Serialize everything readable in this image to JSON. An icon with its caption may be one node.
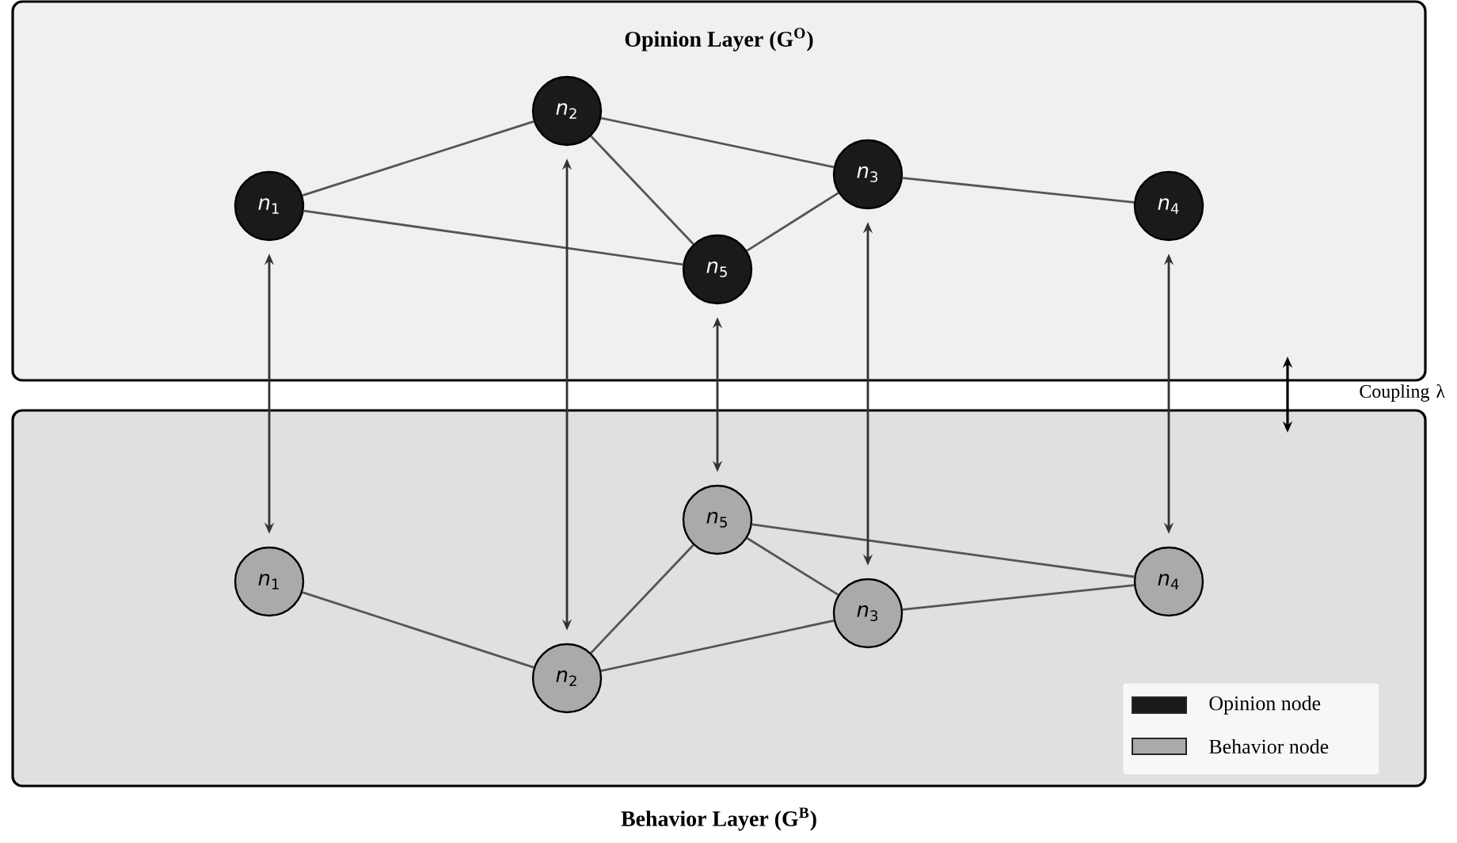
{
  "diagram": {
    "nodes": [
      {
        "text": [
          "Opinion Layer (G$^{O}$)"
        ]
      },
      {
        "text": [
          "Behavior Layer (G$^{B}$)"
        ]
      },
      {
        "text": [
          "*n*$_{1}$"
        ],
        "in": 0
      },
      {
        "text": [
          "*n*$_{2}$"
        ],
        "in": 0
      },
      {
        "text": [
          "*n*$_{3}$"
        ],
        "in": 0
      },
      {
        "text": [
          "*n*$_{4}$"
        ],
        "in": 0
      },
      {
        "text": [
          "*n*$_{5}$"
        ],
        "in": 0
      },
      {
        "text": [
          "*n*$_{1}$"
        ],
        "in": 1
      },
      {
        "text": [
          "*n*$_{2}$"
        ],
        "in": 1
      },
      {
        "text": [
          "*n*$_{3}$"
        ],
        "in": 1
      },
      {
        "text": [
          "*n*$_{4}$"
        ],
        "in": 1
      },
      {
        "text": [
          "*n*$_{5}$"
        ],
        "in": 1
      }
    ],
    "edges": [
      {
        "from": 2,
        "to": 3,
        "arrow": "none"
      },
      {
        "from": 2,
        "to": 6,
        "arrow": "none"
      },
      {
        "from": 3,
        "to": 6,
        "arrow": "none"
      },
      {
        "from": 3,
        "to": 4,
        "arrow": "none"
      },
      {
        "from": 4,
        "to": 6,
        "arrow": "none"
      },
      {
        "from": 4,
        "to": 5,
        "arrow": "none"
      },
      {
        "from": 7,
        "to": 8,
        "arrow": "none"
      },
      {
        "from": 8,
        "to": 11,
        "arrow": "none"
      },
      {
        "from": 8,
        "to": 9,
        "arrow": "none"
      },
      {
        "from": 11,
        "to": 9,
        "arrow": "none"
      },
      {
        "from": 11,
        "to": 10,
        "arrow": "none"
      },
      {
        "from": 9,
        "to": 10,
        "arrow": "none"
      },
      {
        "from": 2,
        "to": 7,
        "arrow": "both",
        "color": "#333333"
      },
      {
        "from": 3,
        "to": 8,
        "arrow": "both",
        "color": "#333333"
      },
      {
        "from": 4,
        "to": 9,
        "arrow": "both",
        "color": "#333333"
      },
      {
        "from": 5,
        "to": 10,
        "arrow": "both",
        "color": "#333333"
      },
      {
        "from": 6,
        "to": 11,
        "arrow": "both",
        "color": "#333333"
      }
    ],
    "labels": [
      "Coupling λ"
    ],
    "legend": [
      {
        "text": "Opinion node",
        "color": "#1a1a1a"
      },
      {
        "text": "Behavior node",
        "color": "#aaaaaa"
      }
    ]
  }
}
